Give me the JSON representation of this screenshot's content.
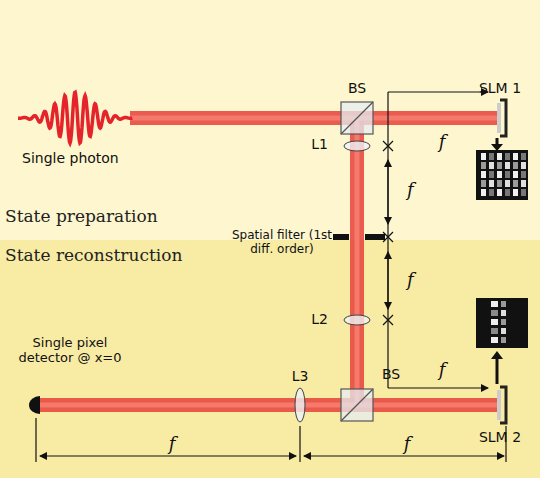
{
  "diagram": {
    "nodes": [
      {
        "text": [
          "State preparation"
        ]
      },
      {
        "text": [
          "State reconstruction"
        ]
      }
    ],
    "labels": [
      "Single photon",
      "BS",
      "SLM 1",
      "L1",
      "f",
      "f",
      "Spatial filter (1st diff. order)",
      "f",
      "L2",
      "f",
      "BS",
      "SLM 2",
      "L3",
      "Single pixel detector @ x=0",
      "f",
      "f"
    ]
  }
}
